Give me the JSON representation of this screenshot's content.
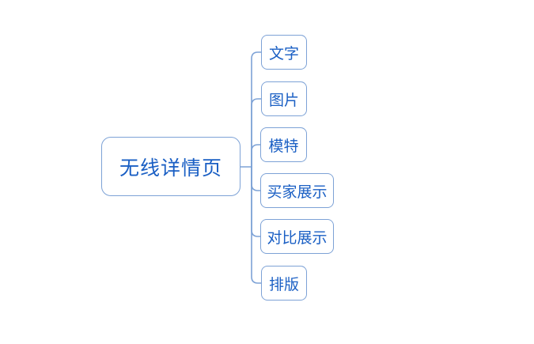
{
  "diagram": {
    "type": "mindmap",
    "root": {
      "label": "无线详情页"
    },
    "children": [
      {
        "label": "文字"
      },
      {
        "label": "图片"
      },
      {
        "label": "模特"
      },
      {
        "label": "买家展示"
      },
      {
        "label": "对比展示"
      },
      {
        "label": "排版"
      }
    ],
    "colors": {
      "line": "#7da2d6",
      "text": "#1a5fc4",
      "bg": "#ffffff"
    }
  }
}
